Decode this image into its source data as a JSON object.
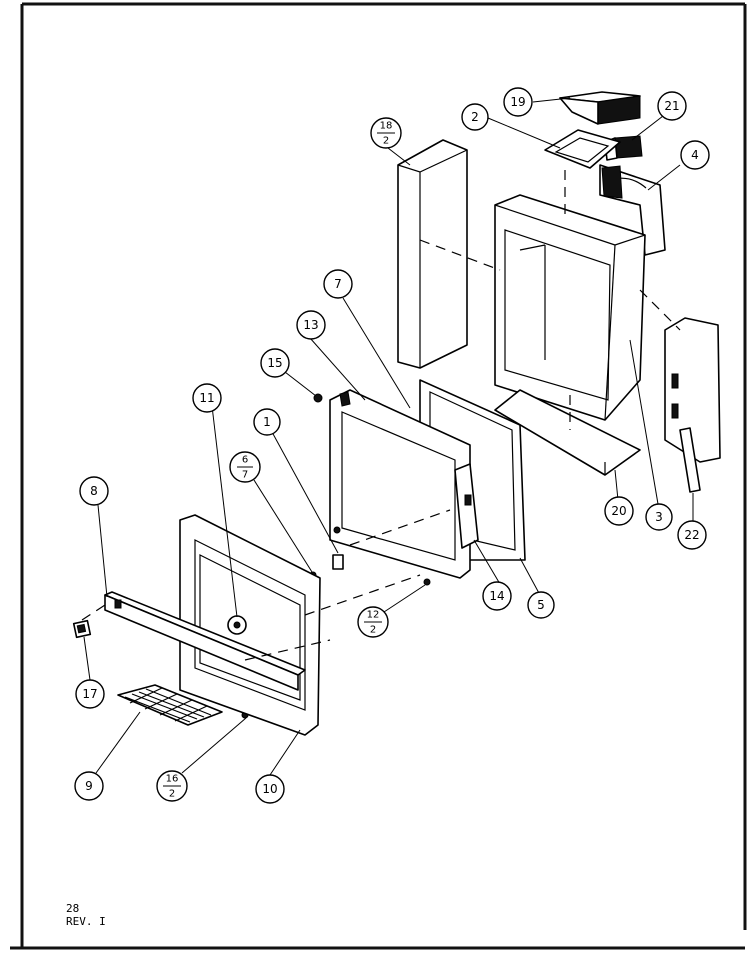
{
  "callouts": {
    "c1": "1",
    "c2": "2",
    "c3": "3",
    "c4": "4",
    "c5": "5",
    "c7": "7",
    "c8": "8",
    "c9": "9",
    "c10": "10",
    "c11": "11",
    "c13": "13",
    "c14": "14",
    "c15": "15",
    "c17": "17",
    "c19": "19",
    "c20": "20",
    "c21": "21",
    "c22": "22",
    "c6_7": {
      "top": "6",
      "bottom": "7"
    },
    "c12_2": {
      "top": "12",
      "bottom": "2"
    },
    "c16_2": {
      "top": "16",
      "bottom": "2"
    },
    "c18_2": {
      "top": "18",
      "bottom": "2"
    }
  },
  "footer": {
    "page": "28",
    "revision": "REV. I"
  }
}
